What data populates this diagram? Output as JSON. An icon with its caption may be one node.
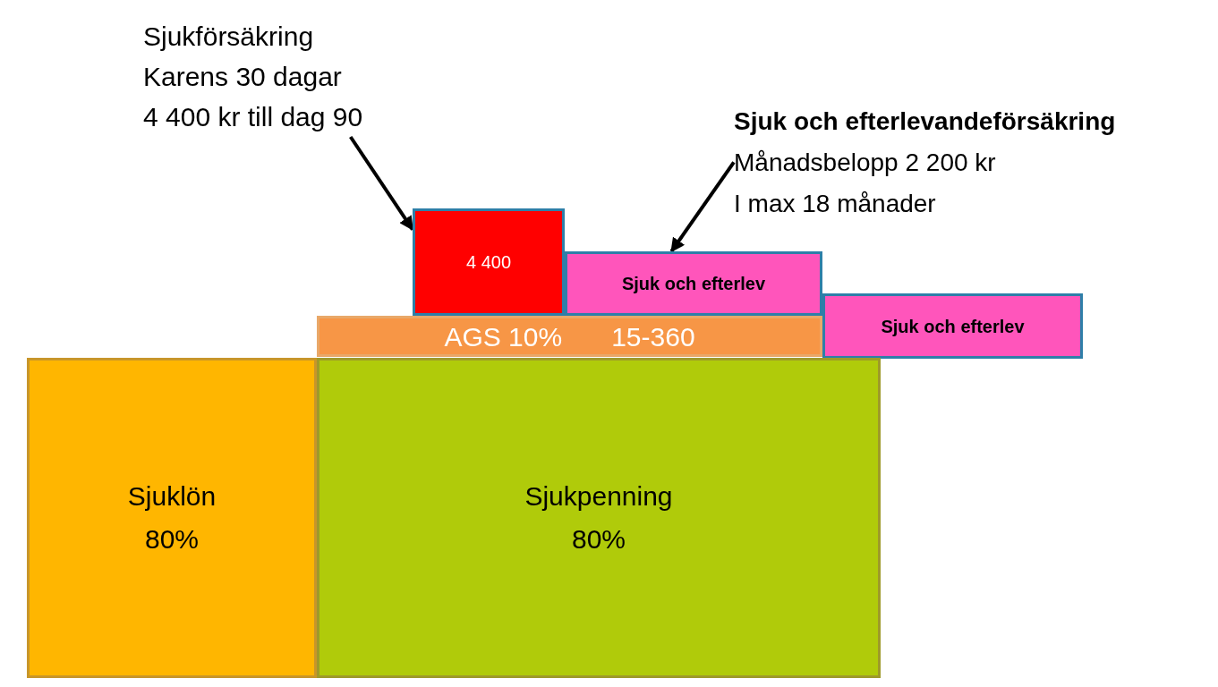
{
  "diagram": {
    "nodes": [
      {
        "text": [
          "Sjukförsäkring",
          "Karens 30 dagar",
          "4 400 kr till dag 90"
        ]
      },
      {
        "text": [
          "Sjuk och efterlevandeförsäkring",
          "Månadsbelopp 2 200 kr",
          "I max 18 månader"
        ]
      },
      {
        "text": [
          "4 400"
        ]
      },
      {
        "text": [
          "Sjuk och efterlev"
        ]
      },
      {
        "text": [
          "Sjuk och efterlev"
        ]
      },
      {
        "text": [
          "AGS 10%",
          "15-360"
        ]
      },
      {
        "text": [
          "Sjuklön",
          "80%"
        ]
      },
      {
        "text": [
          "Sjukpenning",
          "80%"
        ]
      }
    ],
    "edges": [
      {
        "from": 0,
        "to": 2,
        "arrow": "to"
      },
      {
        "from": 1,
        "to": 3,
        "arrow": "to"
      }
    ]
  }
}
